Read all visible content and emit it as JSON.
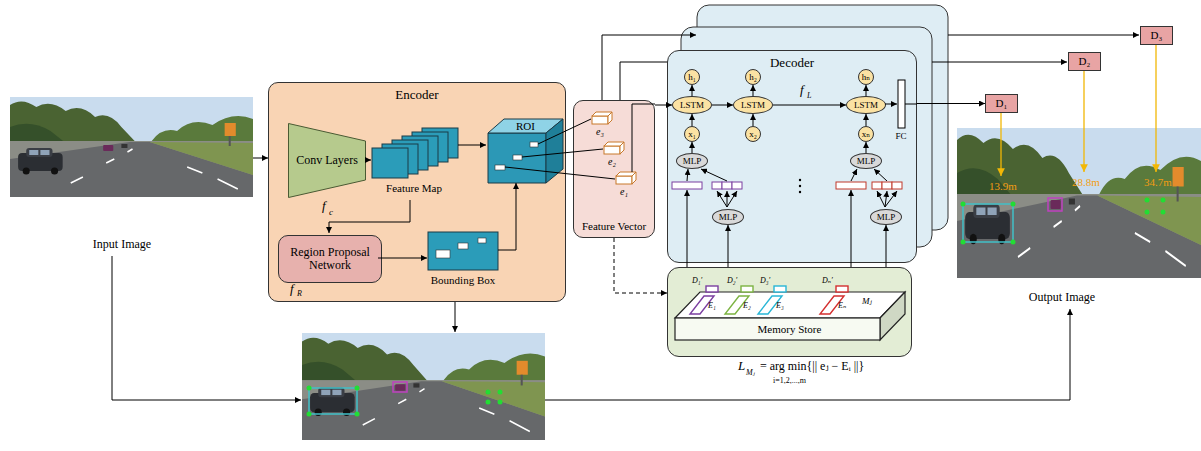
{
  "diagram": {
    "nodes": [
      {
        "text": [
          "Encoder"
        ]
      },
      {
        "text": [
          "Conv Layers"
        ],
        "in": 0
      },
      {
        "text": [
          "Region Proposal Network"
        ],
        "in": 0
      },
      {
        "text": [
          "ROI"
        ],
        "in": 0
      },
      {
        "text": [
          "Feature Vector"
        ]
      },
      {
        "text": [
          "Decoder"
        ]
      },
      {
        "text": [
          "h₁"
        ],
        "in": 5
      },
      {
        "text": [
          "h₂"
        ],
        "in": 5
      },
      {
        "text": [
          "hₙ"
        ],
        "in": 5
      },
      {
        "text": [
          "LSTM"
        ],
        "in": 5
      },
      {
        "text": [
          "LSTM"
        ],
        "in": 5
      },
      {
        "text": [
          "LSTM"
        ],
        "in": 5
      },
      {
        "text": [
          "x₁"
        ],
        "in": 5
      },
      {
        "text": [
          "x₂"
        ],
        "in": 5
      },
      {
        "text": [
          "xₙ"
        ],
        "in": 5
      },
      {
        "text": [
          "MLP"
        ],
        "in": 5
      },
      {
        "text": [
          "MLP"
        ],
        "in": 5
      },
      {
        "text": [
          "MLP"
        ],
        "in": 5
      },
      {
        "text": [
          "MLP"
        ],
        "in": 5
      },
      {
        "text": [
          "Memory Store"
        ]
      },
      {
        "text": [
          "D₁"
        ]
      },
      {
        "text": [
          "D₂"
        ]
      },
      {
        "text": [
          "D₃"
        ]
      }
    ],
    "edges": [
      {
        "from": 9,
        "to": 6,
        "arrow": "to"
      },
      {
        "from": 10,
        "to": 7,
        "arrow": "to"
      },
      {
        "from": 11,
        "to": 8,
        "arrow": "to"
      },
      {
        "from": 12,
        "to": 9,
        "arrow": "to"
      },
      {
        "from": 13,
        "to": 10,
        "arrow": "to"
      },
      {
        "from": 14,
        "to": 11,
        "arrow": "to"
      },
      {
        "from": 9,
        "to": 10,
        "arrow": "to"
      },
      {
        "from": 10,
        "to": 11,
        "arrow": "to"
      },
      {
        "from": 15,
        "to": 12,
        "arrow": "to"
      },
      {
        "from": 16,
        "to": 14,
        "arrow": "to"
      },
      {
        "from": 19,
        "to": 17,
        "arrow": "to"
      },
      {
        "from": 19,
        "to": 18,
        "arrow": "to"
      },
      {
        "from": 4,
        "to": 19,
        "arrow": "to"
      },
      {
        "from": 4,
        "to": 9,
        "arrow": "to"
      },
      {
        "from": 5,
        "to": 20,
        "arrow": "to"
      }
    ],
    "labels": [
      "Input Image",
      "f",
      "c",
      "Feature Map",
      "f",
      "R",
      "Bounding Box",
      "e₃",
      "e₂",
      "e₁",
      "f",
      "L",
      "FC",
      "D₁′",
      "D₂′",
      "D₃′",
      "Dₙ′",
      "E₁",
      "E₂",
      "E₃",
      "Eₙ",
      "Mⱼ",
      "L",
      "Mⱼ",
      "= arg min{|| eⱼ − Eᵢ ||}",
      "i=1,2,...,m",
      "Output Image",
      "13.9m",
      "28.8m",
      "34.7m"
    ]
  }
}
